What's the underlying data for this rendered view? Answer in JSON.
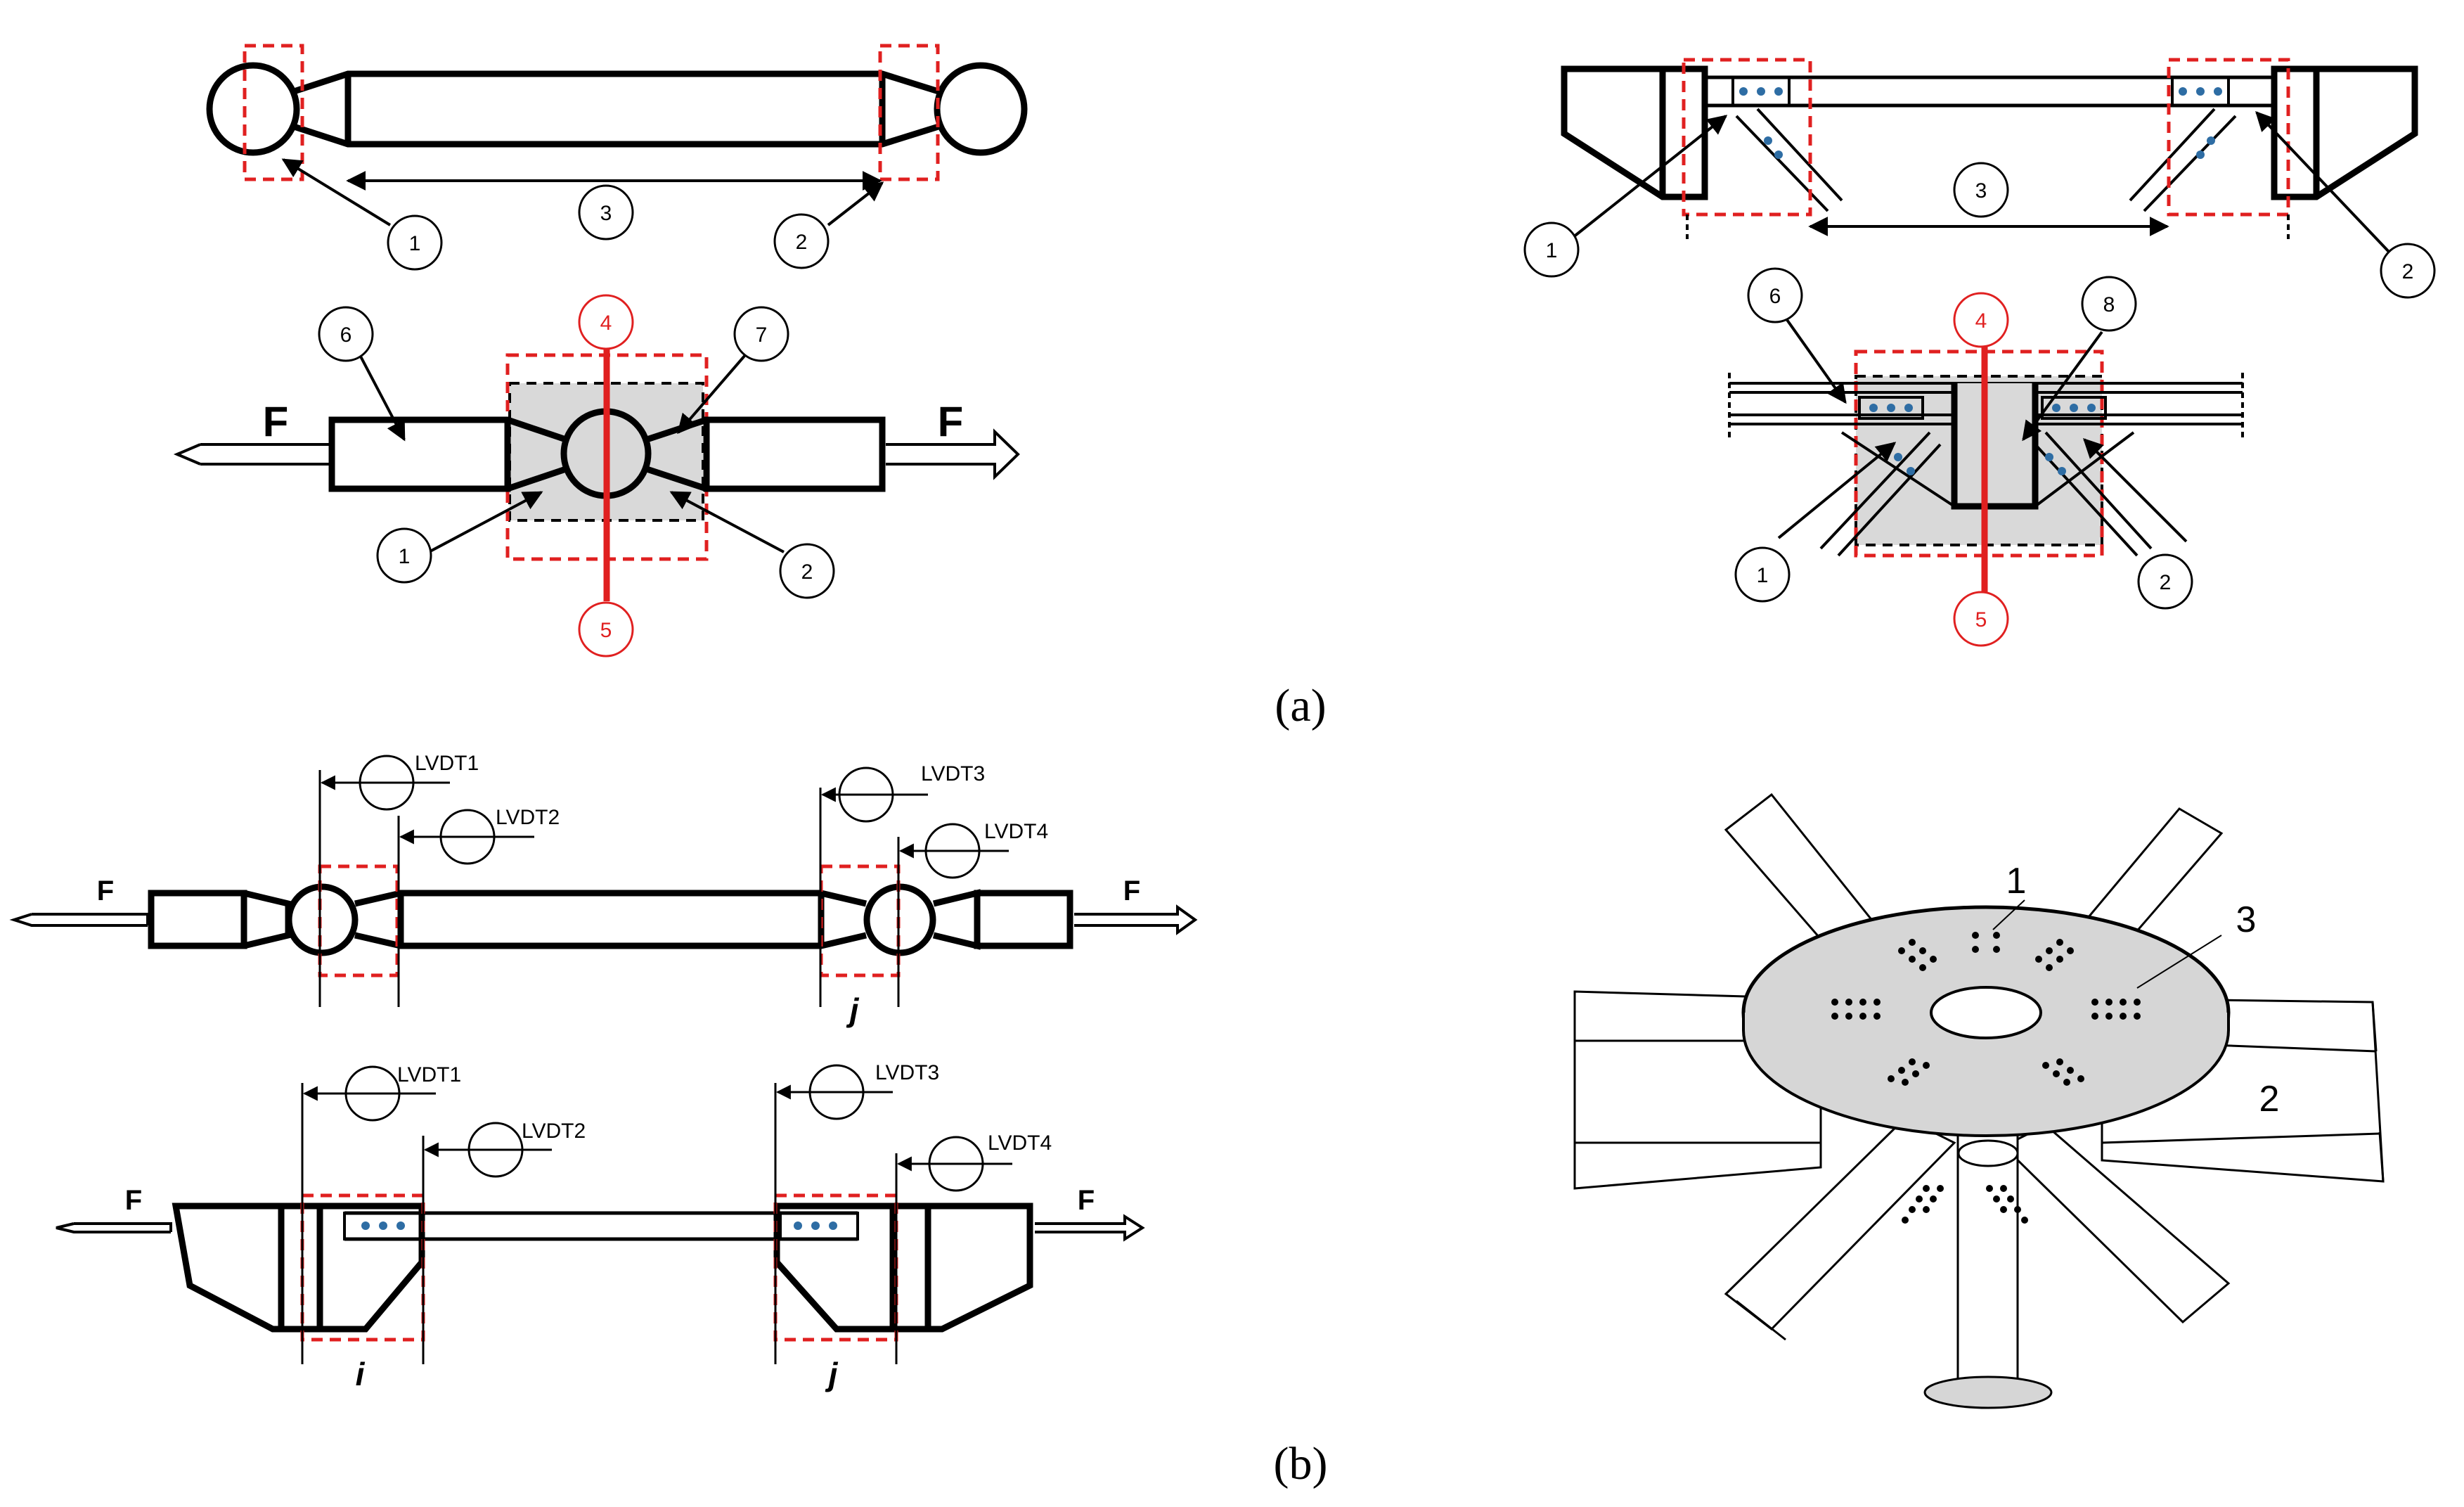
{
  "captions": {
    "a": "(a)",
    "b": "(b)"
  },
  "callouts": {
    "n1": "1",
    "n2": "2",
    "n3": "3",
    "n4": "4",
    "n5": "5",
    "n6": "6",
    "n7": "7",
    "n8": "8"
  },
  "load_label": "F",
  "lvdt": [
    "LVDT1",
    "LVDT2",
    "LVDT3",
    "LVDT4"
  ],
  "zones": {
    "i": "i",
    "j": "j"
  },
  "iso_labels": {
    "plate": "1",
    "beam": "2",
    "bolt": "3"
  },
  "colors": {
    "line": "#000000",
    "highlight": "#e02020",
    "bolt": "#2e6da4",
    "joint_fill": "#d9d9d9",
    "plate_fill": "#d6d6d6"
  }
}
